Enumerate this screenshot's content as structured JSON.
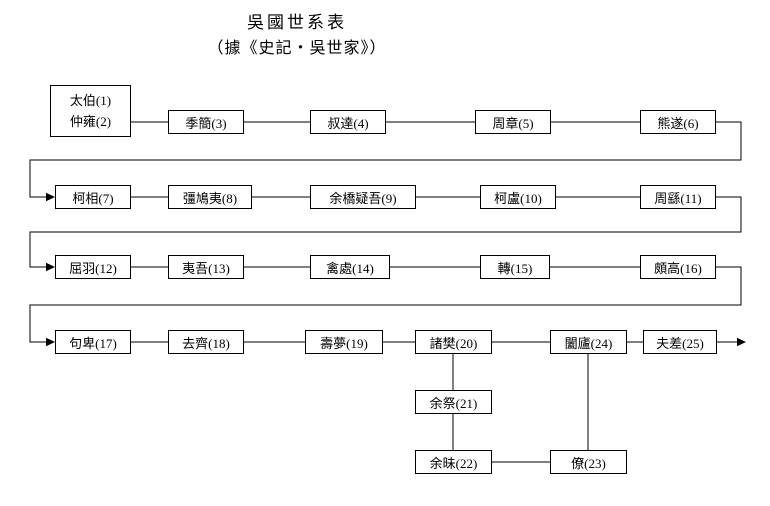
{
  "title": "吳國世系表",
  "subtitle": "（據《史記・吳世家》）",
  "nodes": {
    "n1": "太伯(1)",
    "n2": "仲雍(2)",
    "n3": "季簡(3)",
    "n4": "叔達(4)",
    "n5": "周章(5)",
    "n6": "熊遂(6)",
    "n7": "柯相(7)",
    "n8": "彊鳩夷(8)",
    "n9": "余橋疑吾(9)",
    "n10": "柯盧(10)",
    "n11": "周繇(11)",
    "n12": "屈羽(12)",
    "n13": "夷吾(13)",
    "n14": "禽處(14)",
    "n15": "轉(15)",
    "n16": "頗高(16)",
    "n17": "句卑(17)",
    "n18": "去齊(18)",
    "n19": "壽夢(19)",
    "n20": "諸樊(20)",
    "n21": "余祭(21)",
    "n22": "余昧(22)",
    "n23": "僚(23)",
    "n24": "闔廬(24)",
    "n25": "夫差(25)"
  },
  "structure": {
    "shared_box": [
      1,
      2
    ],
    "edges": [
      [
        2,
        3
      ],
      [
        3,
        4
      ],
      [
        4,
        5
      ],
      [
        5,
        6
      ],
      [
        6,
        7
      ],
      [
        7,
        8
      ],
      [
        8,
        9
      ],
      [
        9,
        10
      ],
      [
        10,
        11
      ],
      [
        11,
        12
      ],
      [
        12,
        13
      ],
      [
        13,
        14
      ],
      [
        14,
        15
      ],
      [
        15,
        16
      ],
      [
        16,
        17
      ],
      [
        17,
        18
      ],
      [
        18,
        19
      ],
      [
        19,
        20
      ],
      [
        20,
        21
      ],
      [
        21,
        22
      ],
      [
        22,
        23
      ],
      [
        23,
        24
      ],
      [
        20,
        24
      ],
      [
        24,
        25
      ]
    ],
    "exit_arrow_after": 25
  },
  "colors": {
    "line": "#000000",
    "background": "#ffffff"
  }
}
